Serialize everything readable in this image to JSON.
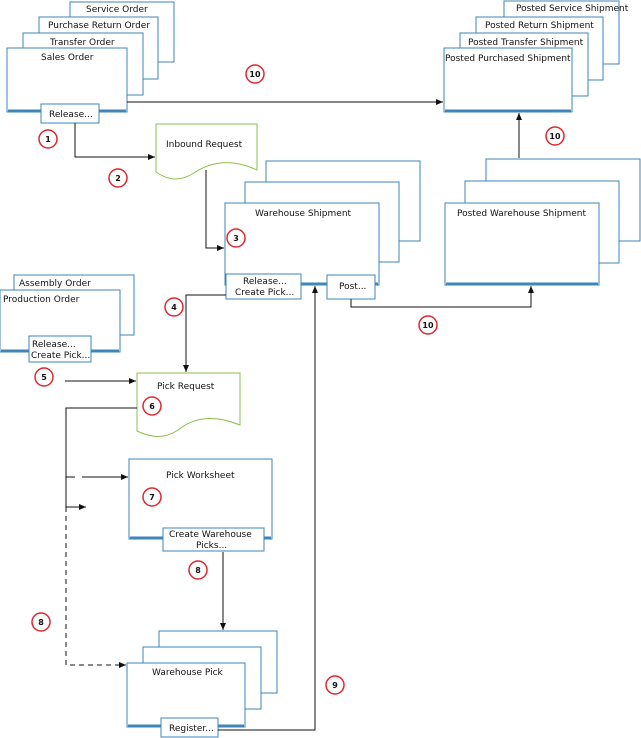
{
  "colors": {
    "box_border": "#3d86b8",
    "request_border": "#8dbf4d",
    "badge_ring": "#e0272d",
    "line": "#111111"
  },
  "labels": {
    "service_order": "Service Order",
    "purchase_return_order": "Purchase Return Order",
    "transfer_order": "Transfer Order",
    "sales_order": "Sales Order",
    "release_1": "Release...",
    "inbound_request": "Inbound Request",
    "warehouse_shipment": "Warehouse Shipment",
    "release_create_pick_1": "Release...",
    "release_create_pick_2": "Create Pick...",
    "post": "Post...",
    "posted_service_shipment": "Posted Service Shipment",
    "posted_return_shipment": "Posted Return Shipment",
    "posted_transfer_shipment": "Posted Transfer Shipment",
    "posted_purchased_shipment": "Posted Purchased Shipment",
    "posted_warehouse_shipment": "Posted Warehouse Shipment",
    "assembly_order": "Assembly Order",
    "production_order": "Production Order",
    "prod_release": "Release...",
    "prod_create_pick": "Create Pick...",
    "pick_request": "Pick Request",
    "pick_worksheet": "Pick Worksheet",
    "create_wh_picks_1": "Create Warehouse",
    "create_wh_picks_2": "Picks...",
    "warehouse_pick": "Warehouse Pick",
    "register": "Register..."
  },
  "badges": {
    "b1": "1",
    "b2": "2",
    "b3": "3",
    "b4": "4",
    "b5": "5",
    "b6": "6",
    "b7": "7",
    "b8a": "8",
    "b8b": "8",
    "b9": "9",
    "b10a": "10",
    "b10b": "10",
    "b10c": "10"
  }
}
